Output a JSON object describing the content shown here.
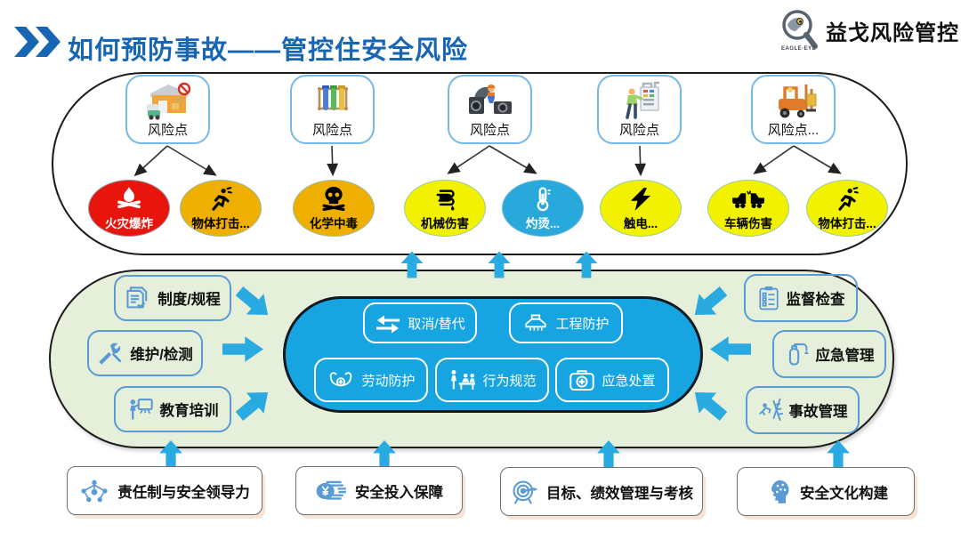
{
  "header": {
    "title": "如何预防事故——管控住安全风险",
    "logo_text": "益戈风险管控",
    "logo_sub": "EAGLE-EYE"
  },
  "risk_layer": {
    "risk_points": [
      {
        "label": "风险点",
        "icon": "warehouse-truck"
      },
      {
        "label": "风险点",
        "icon": "test-tubes"
      },
      {
        "label": "风险点",
        "icon": "machinery-worker"
      },
      {
        "label": "风险点",
        "icon": "electrician-panel"
      },
      {
        "label": "风险点...",
        "icon": "forklift"
      }
    ],
    "hazards": [
      {
        "label": "火灾爆炸",
        "icon": "campfire",
        "color": "#e8150c",
        "text_color": "#ffffff"
      },
      {
        "label": "物体打击...",
        "icon": "struck-by-object",
        "color": "#efaf00",
        "text_color": "#000000"
      },
      {
        "label": "化学中毒",
        "icon": "skull-crossbones",
        "color": "#efaf00",
        "text_color": "#000000"
      },
      {
        "label": "机械伤害",
        "icon": "machine-rollers",
        "color": "#f2f200",
        "text_color": "#000000"
      },
      {
        "label": "灼烫...",
        "icon": "thermometer",
        "color": "#29a8dc",
        "text_color": "#ffffff"
      },
      {
        "label": "触电...",
        "icon": "lightning-bolt",
        "color": "#f2f200",
        "text_color": "#000000"
      },
      {
        "label": "车辆伤害",
        "icon": "vehicle-collision",
        "color": "#f2f200",
        "text_color": "#000000"
      },
      {
        "label": "物体打击...",
        "icon": "struck-by-object",
        "color": "#f2f200",
        "text_color": "#000000"
      }
    ],
    "connections": [
      {
        "risk_point": 0,
        "hazards": [
          0,
          1
        ]
      },
      {
        "risk_point": 1,
        "hazards": [
          2
        ]
      },
      {
        "risk_point": 2,
        "hazards": [
          3,
          4
        ]
      },
      {
        "risk_point": 3,
        "hazards": [
          5
        ]
      },
      {
        "risk_point": 4,
        "hazards": [
          6,
          7
        ]
      }
    ]
  },
  "control_layer": {
    "left_items": [
      {
        "label": "制度/规程",
        "icon": "document-check"
      },
      {
        "label": "维护/检测",
        "icon": "tools"
      },
      {
        "label": "教育培训",
        "icon": "training-board"
      }
    ],
    "center_items": [
      {
        "label": "取消/替代",
        "icon": "swap-arrows"
      },
      {
        "label": "工程防护",
        "icon": "extractor-hood"
      },
      {
        "label": "劳动防护",
        "icon": "safety-harness"
      },
      {
        "label": "行为规范",
        "icon": "people-meeting"
      },
      {
        "label": "应急处置",
        "icon": "first-aid-kit"
      }
    ],
    "right_items": [
      {
        "label": "监督检查",
        "icon": "clipboard-checklist"
      },
      {
        "label": "应急管理",
        "icon": "fire-extinguisher"
      },
      {
        "label": "事故管理",
        "icon": "falling-from-ladder"
      }
    ]
  },
  "foundation_layer": {
    "items": [
      {
        "label": "责任制与安全领导力",
        "icon": "org-network"
      },
      {
        "label": "安全投入保障",
        "icon": "yen-coin"
      },
      {
        "label": "目标、绩效管理与考核",
        "icon": "target"
      },
      {
        "label": "安全文化构建",
        "icon": "mind-head"
      }
    ]
  },
  "colors": {
    "title_blue": "#1766b3",
    "arrow_blue": "#29abe2",
    "center_stadium_blue": "#17a5e2",
    "green_zone": "#e5efd9",
    "control_border_blue": "#5b9bd5",
    "risk_box_border": "#74b9e8",
    "hazard_red": "#e8150c",
    "hazard_orange": "#efaf00",
    "hazard_yellow": "#f2f200",
    "hazard_blue": "#29a8dc"
  }
}
